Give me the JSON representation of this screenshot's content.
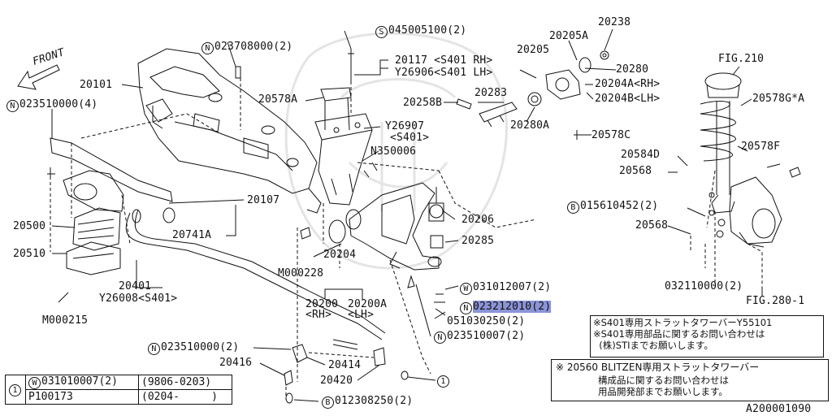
{
  "labels": {
    "front": "FRONT",
    "p20101": "20101",
    "p023510000_4": "023510000(4)",
    "p023708000_2": "023708000(2)",
    "p045005100_2": "045005100(2)",
    "p20117": "20117 <S401 RH>",
    "y26906": "Y26906<S401 LH>",
    "p20578A": "20578A",
    "y26907": "Y26907",
    "s401": "<S401>",
    "n350006": "N350006",
    "p20107": "20107",
    "p20741A": "20741A",
    "p20500": "20500",
    "p20510": "20510",
    "p20401": "20401",
    "y26008": "Y26008<S401>",
    "m000215": "M000215",
    "m000228": "M000228",
    "p20204": "20204",
    "p20200": "20200",
    "p20200A": "20200A",
    "rh": "<RH>",
    "lh": "<LH>",
    "p20258B": "20258B",
    "p20283": "20283",
    "p20205": "20205",
    "p20205A": "20205A",
    "p20238": "20238",
    "p20280": "20280",
    "p20204A": "20204A<RH>",
    "p20204B": "20204B<LH>",
    "p20280A": "20280A",
    "p20578C": "20578C",
    "fig210": "FIG.210",
    "p20578G": "20578G*A",
    "p20584D": "20584D",
    "p20568a": "20568",
    "p20578F": "20578F",
    "p015610452": "015610452(2)",
    "p20568b": "20568",
    "p20206": "20206",
    "p20285": "20285",
    "p031012007": "031012007(2)",
    "p023212010": "023212010(2)",
    "p051030250": "051030250(2)",
    "p023510007": "023510007(2)",
    "p032110000": "032110000(2)",
    "fig280": "FIG.280-1",
    "p023510000_2": "023510000(2)",
    "p20414": "20414",
    "p20416": "20416",
    "p20420": "20420",
    "p012308250": "012308250(2)",
    "one": "1",
    "code": "A200001090"
  },
  "prefix": {
    "N": "N",
    "S": "S",
    "B": "B",
    "W": "W"
  },
  "table": {
    "ref": "1",
    "rows": [
      {
        "part": "031010007(2)",
        "range": "(9806-0203)"
      },
      {
        "part": "P100173",
        "range": "(0204-     )"
      }
    ]
  },
  "notes": {
    "box1": [
      "※S401専用ストラットタワーバーY55101",
      "※S401専用部品に関するお問い合わせは",
      "  (株)STIまでお願いします。"
    ],
    "box2_title": "※ 20560 BLITZEN専用ストラットタワーバー",
    "box2": [
      "構成品に関するお問い合わせは",
      "用品開発部までお願いします。"
    ]
  }
}
